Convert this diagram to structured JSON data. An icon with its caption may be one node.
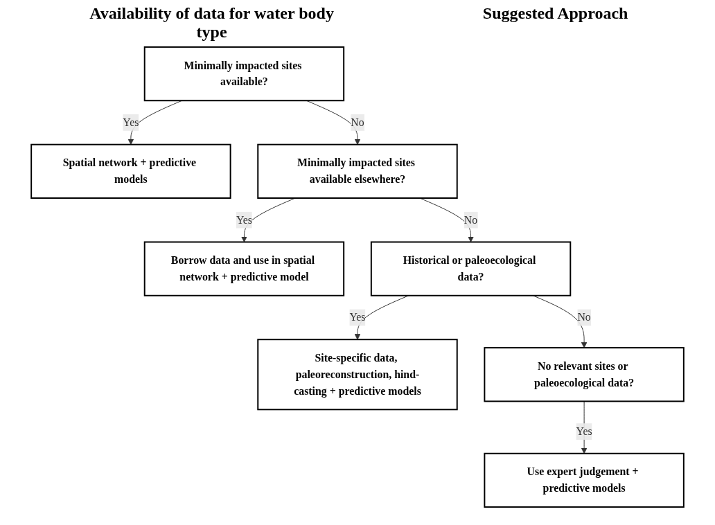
{
  "diagram": {
    "nodes": [
      {
        "text": [
          "Minimally impacted sites available?"
        ]
      },
      {
        "text": [
          "Spatial network + predictive models"
        ]
      },
      {
        "text": [
          "Minimally impacted sites available elsewhere?"
        ]
      },
      {
        "text": [
          "Borrow data and use in spatial network + predictive model"
        ]
      },
      {
        "text": [
          "Historical or paleoecological data?"
        ]
      },
      {
        "text": [
          "Site-specific data, paleoreconstruction, hind-casting + predictive models"
        ]
      },
      {
        "text": [
          "No relevant sites or paleoecological data?"
        ]
      },
      {
        "text": [
          "Use expert judgement + predictive models"
        ]
      }
    ],
    "edges": [
      {
        "from": 0,
        "to": 1,
        "arrow": "to",
        "label": "Yes"
      },
      {
        "from": 0,
        "to": 2,
        "arrow": "to",
        "label": "No"
      },
      {
        "from": 2,
        "to": 3,
        "arrow": "to",
        "label": "Yes"
      },
      {
        "from": 2,
        "to": 4,
        "arrow": "to",
        "label": "No"
      },
      {
        "from": 4,
        "to": 5,
        "arrow": "to",
        "label": "Yes"
      },
      {
        "from": 4,
        "to": 6,
        "arrow": "to",
        "label": "No"
      },
      {
        "from": 6,
        "to": 7,
        "arrow": "to",
        "label": "Yes"
      }
    ],
    "labels": [
      "Availability of data for water body type",
      "Suggested Approach"
    ]
  }
}
